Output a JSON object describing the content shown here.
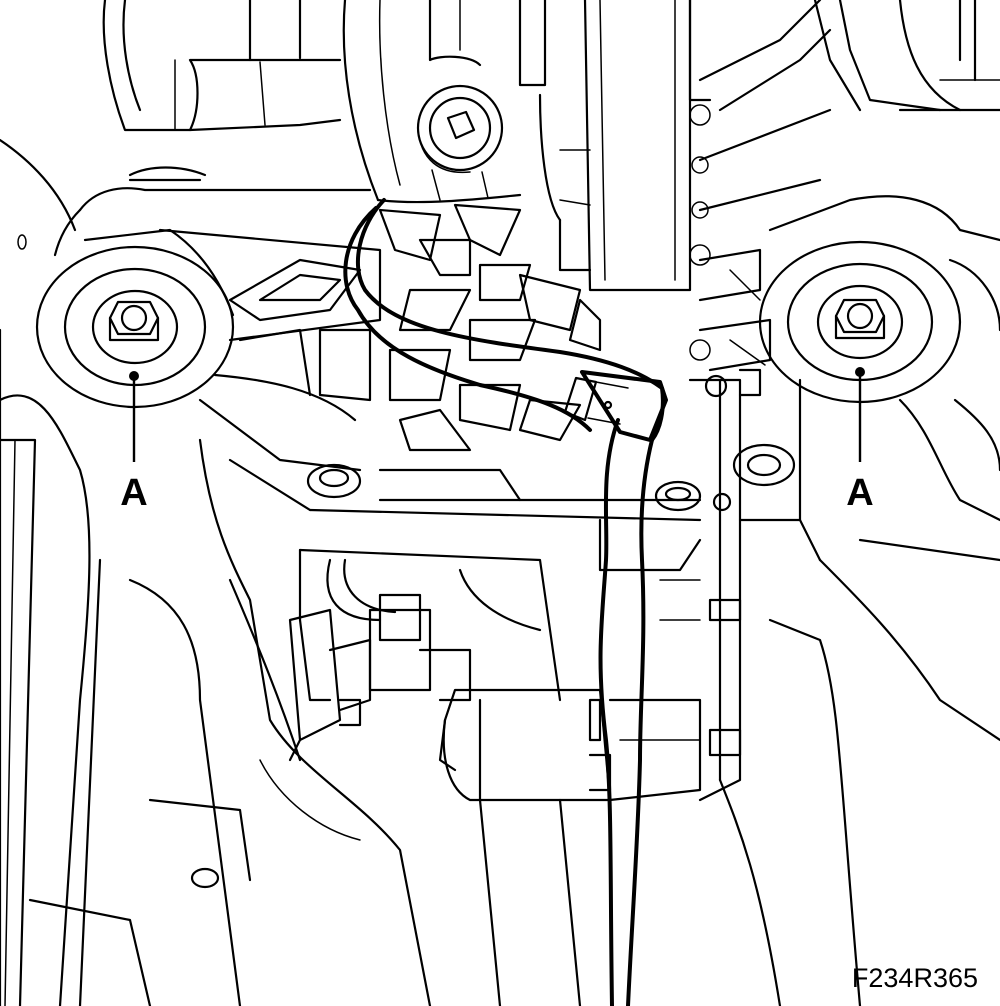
{
  "callouts": {
    "left_label": "A",
    "right_label": "A"
  },
  "figure_id": "F234R365"
}
